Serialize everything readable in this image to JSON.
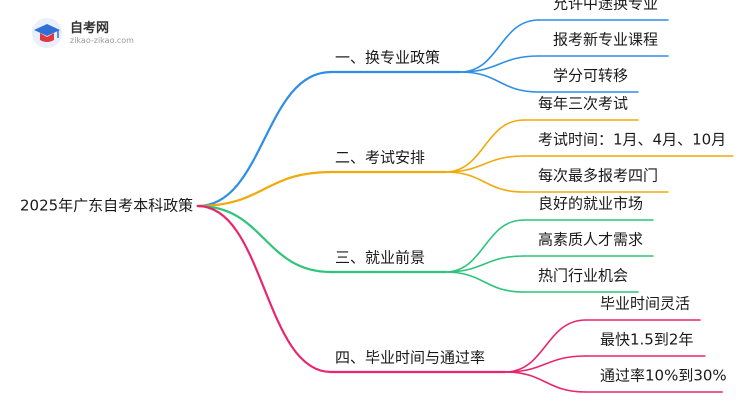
{
  "logo": {
    "name": "自考网",
    "url": "zikao-zikao.com"
  },
  "root": {
    "label": "2025年广东自考本科政策"
  },
  "branches": [
    {
      "label": "一、换专业政策",
      "color": "#2e8ee6",
      "children": [
        "允许中途换专业",
        "报考新专业课程",
        "学分可转移"
      ]
    },
    {
      "label": "二、考试安排",
      "color": "#f0aa0a",
      "children": [
        "每年三次考试",
        "考试时间：1月、4月、10月",
        "每次最多报考四门"
      ]
    },
    {
      "label": "三、就业前景",
      "color": "#2ec47a",
      "children": [
        "良好的就业市场",
        "高素质人才需求",
        "热门行业机会"
      ]
    },
    {
      "label": "四、毕业时间与通过率",
      "color": "#e8256e",
      "children": [
        "毕业时间灵活",
        "最快1.5到2年",
        "通过率10%到30%"
      ]
    }
  ]
}
